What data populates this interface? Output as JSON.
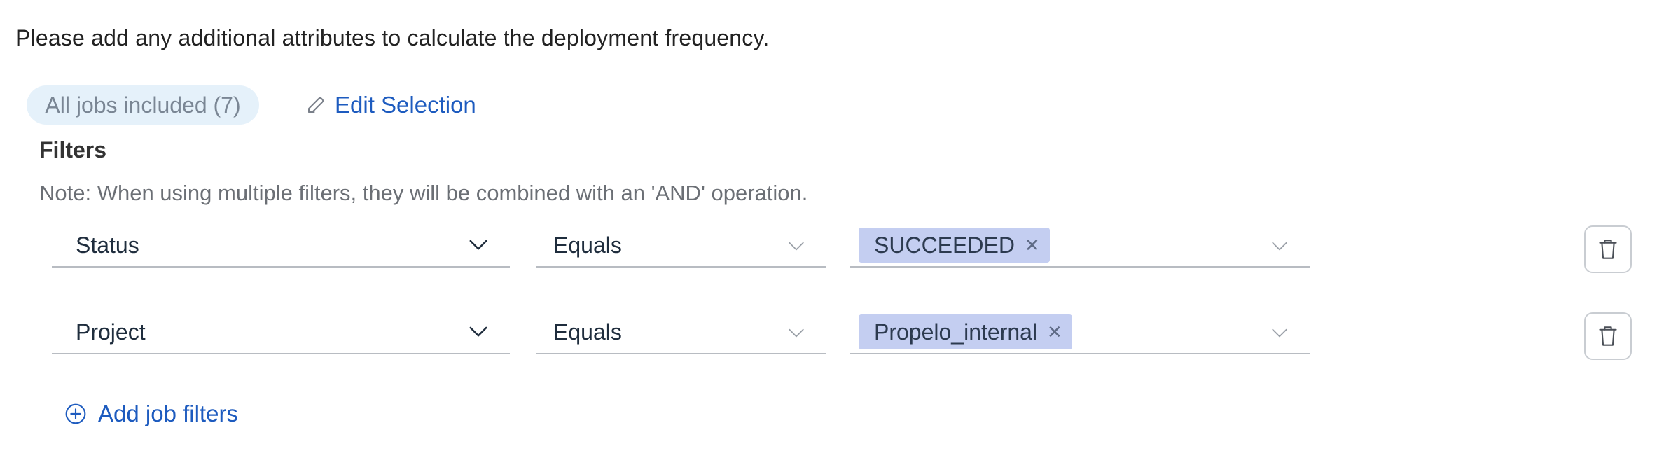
{
  "intro_text": "Please add any additional attributes to calculate the deployment frequency.",
  "jobs_chip": "All jobs included (7)",
  "edit_selection_label": "Edit Selection",
  "filters_title": "Filters",
  "filters_note": "Note: When using multiple filters, they will be combined with an 'AND' operation.",
  "filter_rows": [
    {
      "field": "Status",
      "operator": "Equals",
      "values": [
        "SUCCEEDED"
      ]
    },
    {
      "field": "Project",
      "operator": "Equals",
      "values": [
        "Propelo_internal"
      ]
    }
  ],
  "add_filters_label": "Add job filters",
  "icons": {
    "edit": "pencil-icon",
    "chevron": "chevron-down-icon",
    "remove": "close-icon",
    "delete": "trash-icon",
    "add": "plus-circle-icon"
  },
  "colors": {
    "link": "#1d5bbf",
    "chip_bg": "#e5f1fa",
    "tag_bg": "#c4cef1"
  }
}
